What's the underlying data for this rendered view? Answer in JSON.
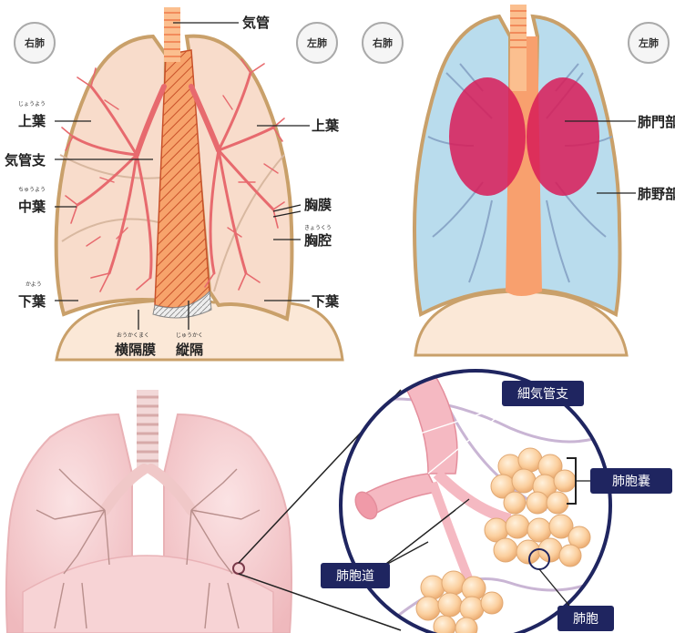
{
  "panel1": {
    "right_lung": "右肺",
    "left_lung": "左肺",
    "trachea": "気管",
    "upper_lobe_right": "上葉",
    "upper_lobe_right_ruby": "じょうよう",
    "bronchus": "気管支",
    "middle_lobe": "中葉",
    "middle_lobe_ruby": "ちゅうよう",
    "lower_lobe_right": "下葉",
    "lower_lobe_right_ruby": "かよう",
    "upper_lobe_left": "上葉",
    "pleura": "胸膜",
    "thoracic_cavity": "胸腔",
    "thoracic_cavity_ruby": "きょうくう",
    "lower_lobe_left": "下葉",
    "diaphragm": "横隔膜",
    "diaphragm_ruby": "おうかくまく",
    "mediastinum": "縦隔",
    "mediastinum_ruby": "じゅうかく"
  },
  "panel2": {
    "right_lung": "右肺",
    "left_lung": "左肺",
    "hilar": "肺門部",
    "field": "肺野部"
  },
  "panel3": {
    "bronchiole": "細気管支",
    "alveolar_sac": "肺胞嚢",
    "alveolar_duct": "肺胞道",
    "alveolus": "肺胞"
  }
}
